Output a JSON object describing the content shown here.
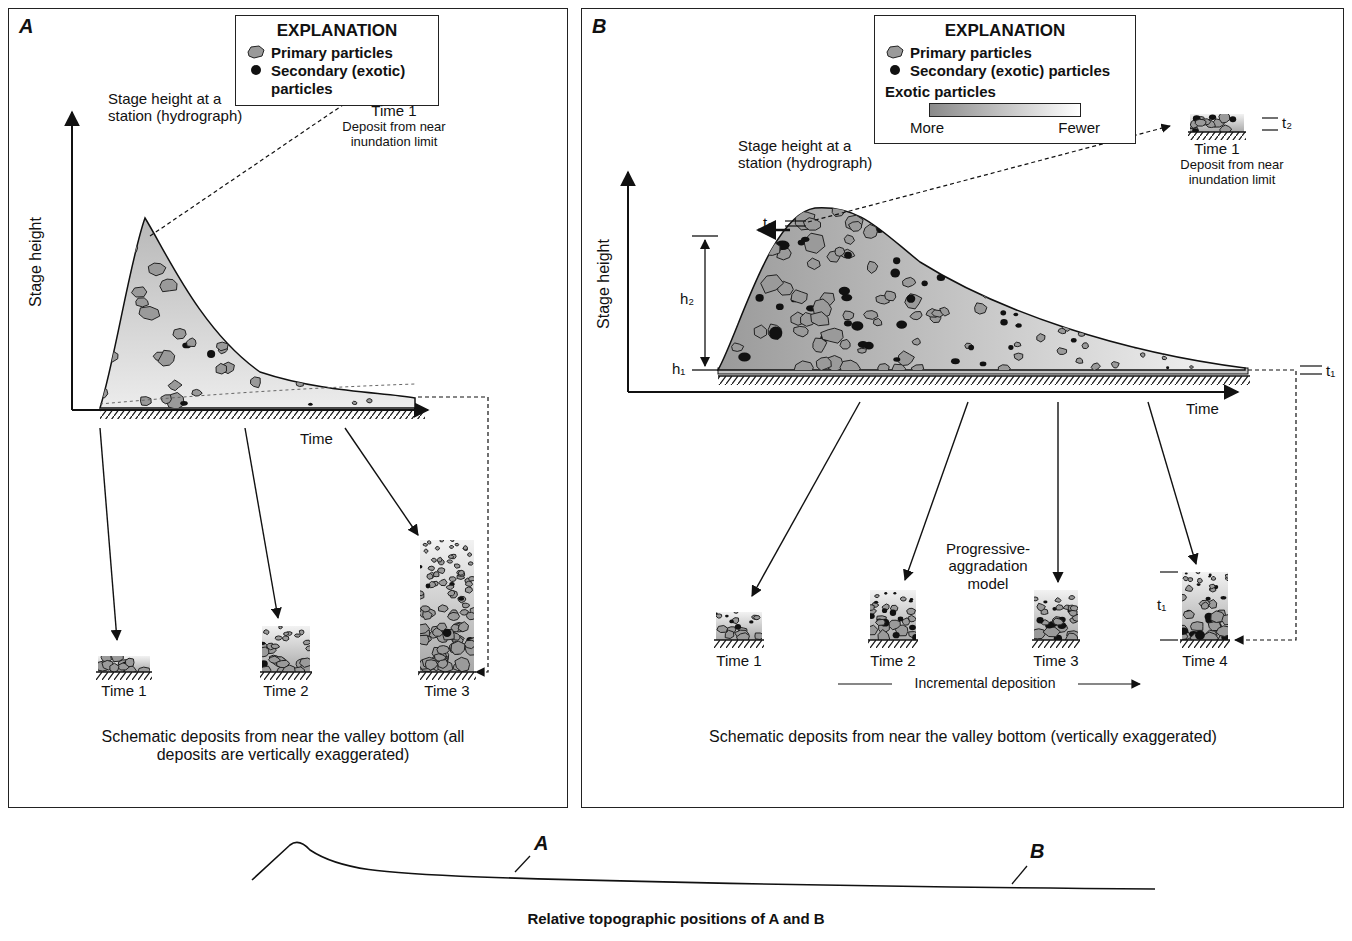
{
  "diagram": {
    "caption": "Relative topographic positions of A and B",
    "nodes": [
      {
        "text": [
          "A"
        ]
      },
      {
        "text": [
          "EXPLANATION"
        ],
        "in": 0
      },
      {
        "text": [
          "B"
        ]
      },
      {
        "text": [
          "EXPLANATION"
        ],
        "in": 2
      }
    ],
    "labels": [
      "Stage height at a station (hydrograph)",
      "Stage height",
      "Time 1",
      "Deposit from near inundation limit",
      "Time",
      "Time 1",
      "Time 2",
      "Time 3",
      "Schematic deposits from near the valley bottom (all deposits are vertically exaggerated)",
      "Exotic particles",
      "More",
      "Fewer",
      "Stage height at a station (hydrograph)",
      "Stage height",
      "t₂",
      "h₂",
      "h₁",
      "Time 1",
      "t₂",
      "Deposit from near inundation limit",
      "t₁",
      "Time",
      "Progressive-aggradation model",
      "Time 1",
      "Time 2",
      "Time 3",
      "Time 4",
      "t₁",
      "Incremental deposition",
      "Schematic deposits from near the valley bottom (vertically exaggerated)",
      "A",
      "B"
    ],
    "legend": [
      {
        "text": "Primary particles"
      },
      {
        "text": "Secondary (exotic) particles"
      },
      {
        "text": "Primary particles"
      },
      {
        "text": "Secondary (exotic) particles"
      }
    ]
  }
}
